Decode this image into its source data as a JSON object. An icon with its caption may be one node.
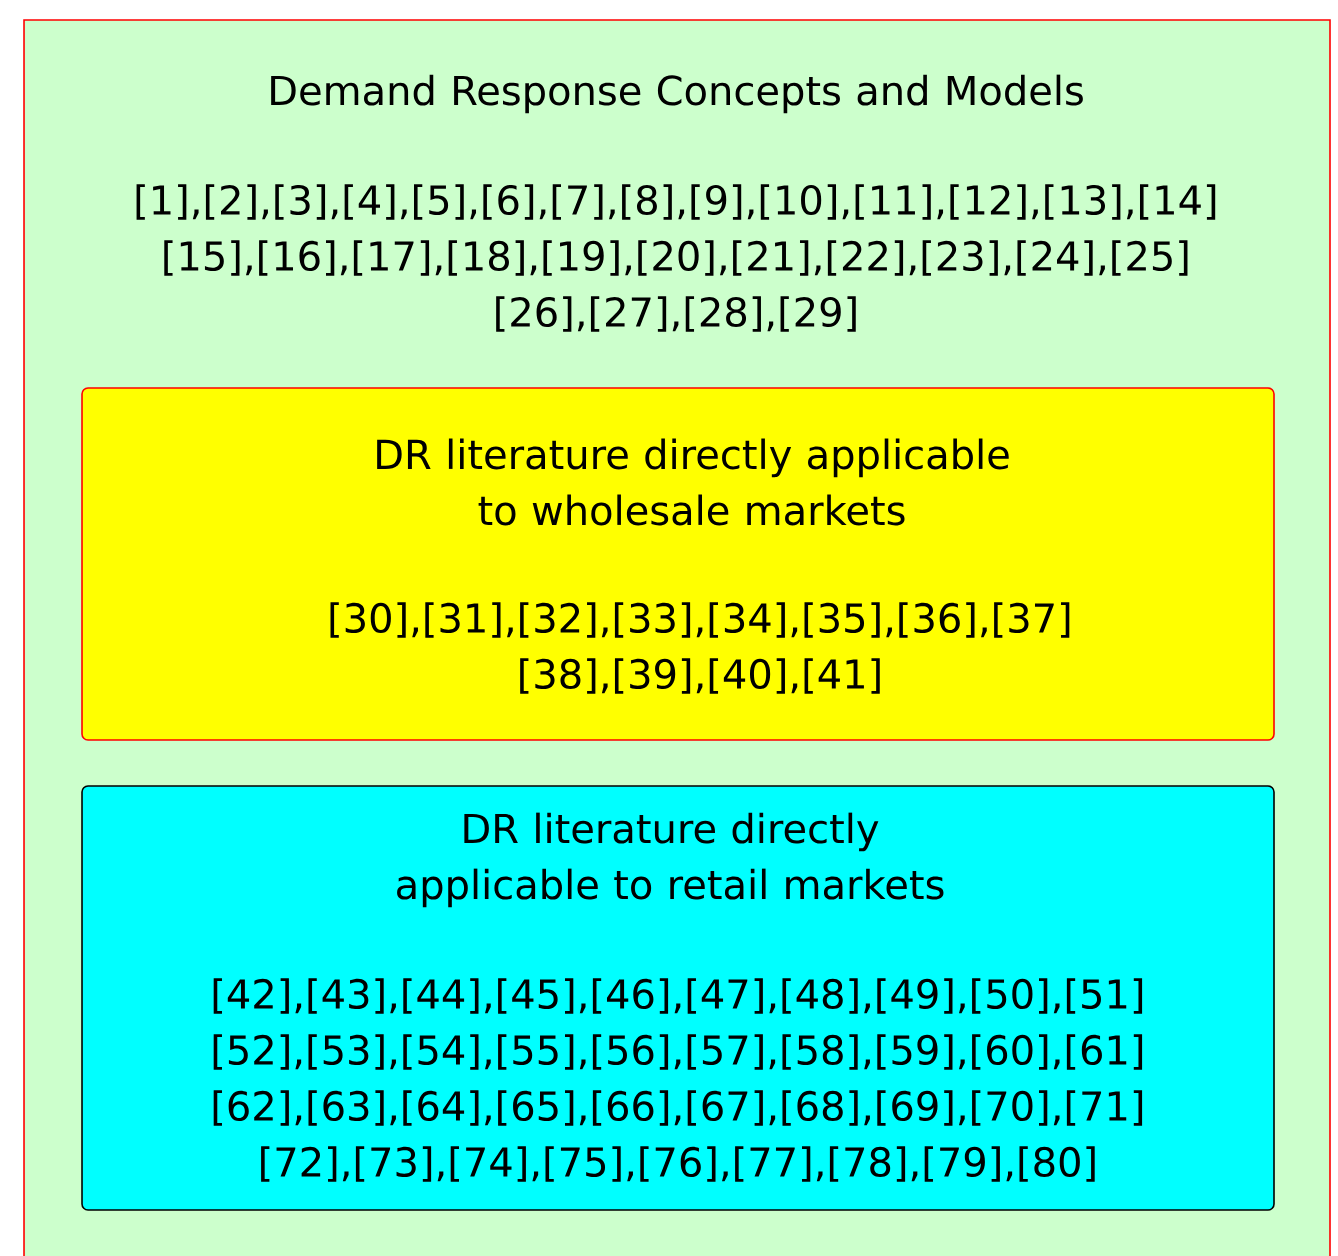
{
  "diagram": {
    "nodes": [
      {
        "text": [
          "Demand Response Concepts and Models",
          "[1],[2],[3],[4],[5],[6],[7],[8],[9],[10],[11],[12],[13],[14] [15],[16],[17],[18],[19],[20],[21],[22],[23],[24],[25] [26],[27],[28],[29]"
        ]
      },
      {
        "text": [
          "DR literature directly applicable to wholesale markets",
          "[30],[31],[32],[33],[34],[35],[36],[37] [38],[39],[40],[41]"
        ],
        "in": 0
      },
      {
        "text": [
          "DR literature directly applicable to retail markets",
          "[42],[43],[44],[45],[46],[47],[48],[49],[50],[51] [52],[53],[54],[55],[56],[57],[58],[59],[60],[61] [62],[63],[64],[65],[66],[67],[68],[69],[70],[71] [72],[73],[74],[75],[76],[77],[78],[79],[80]"
        ],
        "in": 0
      }
    ]
  }
}
